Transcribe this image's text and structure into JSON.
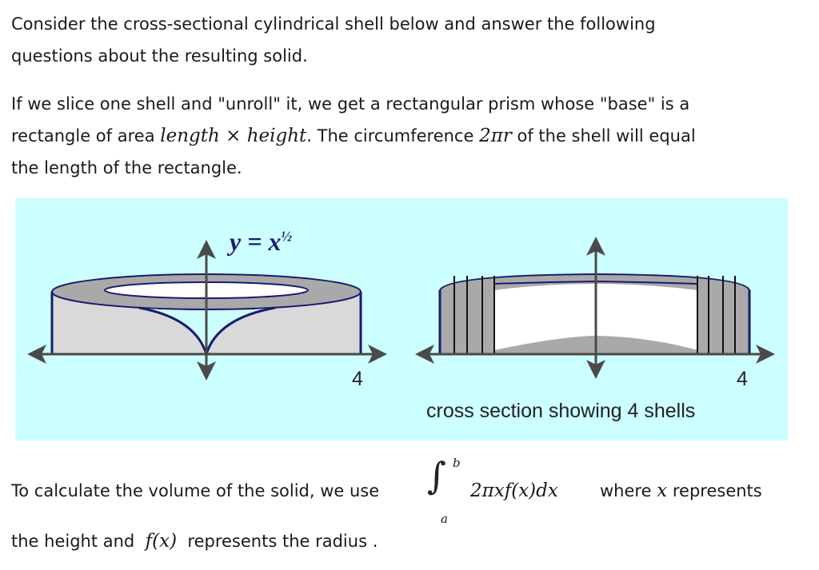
{
  "intro": {
    "line1": "Consider the cross-sectional cylindrical shell below and answer the following",
    "line2": "questions about the resulting solid."
  },
  "para2": {
    "line1": "If we slice one shell and \"unroll\" it, we get a rectangular prism whose \"base\" is a",
    "line2_a": "rectangle of area ",
    "length": "length",
    "times": " × ",
    "height": "height",
    "line2_b": ". The circumference ",
    "circ": "2πr",
    "line2_c": " of the shell will equal",
    "line3": "the length of the rectangle."
  },
  "figure": {
    "equation": "y = x",
    "exponent": "½",
    "left_tick": "4",
    "right_tick": "4",
    "caption": "cross section showing 4 shells",
    "colors": {
      "background": "#ccffff",
      "outline": "#1a1a6e",
      "axis": "#4a4a4a",
      "shell": "#a9a9a9",
      "side": "#d9d9d9"
    }
  },
  "formula": {
    "pre": "To calculate the volume of the solid, we use",
    "upper": "b",
    "lower": "a",
    "integrand": "2πxf(x)dx",
    "mid": "where",
    "var": "x",
    "post": "represents",
    "line2_a": "the height and",
    "func": "f(x)",
    "line2_b": "represents the radius ."
  }
}
